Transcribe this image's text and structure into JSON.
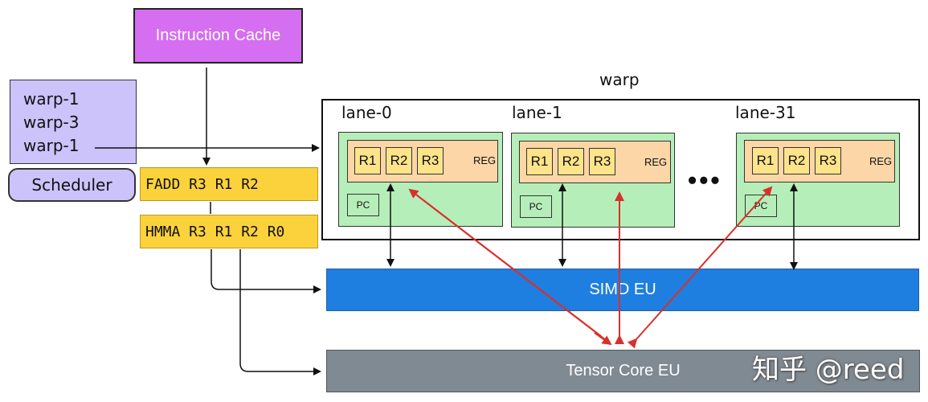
{
  "instruction_cache": "Instruction Cache",
  "warp_queue": [
    "warp-1",
    "warp-3",
    "warp-1"
  ],
  "scheduler": "Scheduler",
  "instructions": [
    "FADD R3 R1 R2",
    "HMMA R3 R1 R2 R0"
  ],
  "warp_title": "warp",
  "lanes": [
    {
      "label": "lane-0",
      "regs": [
        "R1",
        "R2",
        "R3"
      ],
      "reg_label": "REG",
      "pc": "PC"
    },
    {
      "label": "lane-1",
      "regs": [
        "R1",
        "R2",
        "R3"
      ],
      "reg_label": "REG",
      "pc": "PC"
    },
    {
      "label": "lane-31",
      "regs": [
        "R1",
        "R2",
        "R3"
      ],
      "reg_label": "REG",
      "pc": "PC"
    }
  ],
  "ellipsis": "•••",
  "simd_eu": "SIMD EU",
  "tensor_core_eu": "Tensor Core EU",
  "watermark": "知乎 @reed",
  "colors": {
    "red_arrow": "#d9302b",
    "simd": "#1e7fe0",
    "tensor": "#808a93",
    "instruction": "#fcd23c"
  }
}
